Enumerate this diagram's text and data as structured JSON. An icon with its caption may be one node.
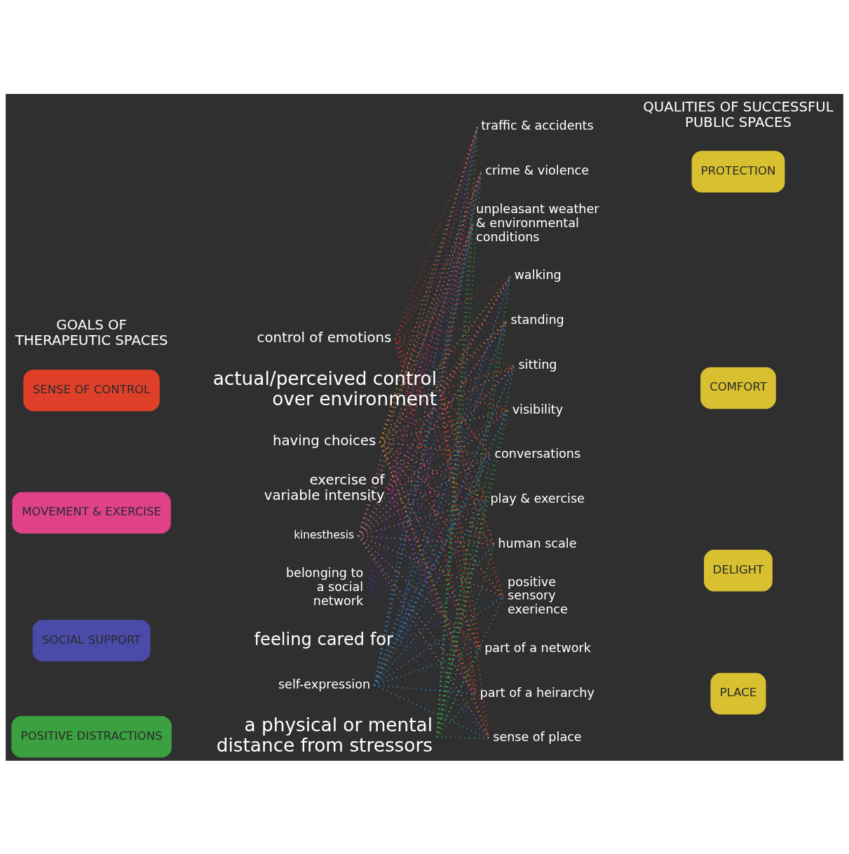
{
  "diagram": {
    "nodes": [
      {
        "text": [
          "SENSE OF CONTROL"
        ]
      },
      {
        "text": [
          "control of emotions"
        ]
      },
      {
        "text": [
          "actual/perceived control over environment"
        ]
      },
      {
        "text": [
          "having choices"
        ]
      },
      {
        "text": [
          "MOVEMENT & EXERCISE"
        ]
      },
      {
        "text": [
          "exercise of variable intensity"
        ]
      },
      {
        "text": [
          "kinesthesis"
        ]
      },
      {
        "text": [
          "SOCIAL SUPPORT"
        ]
      },
      {
        "text": [
          "belonging to a social network"
        ]
      },
      {
        "text": [
          "feeling cared for"
        ]
      },
      {
        "text": [
          "self-expression"
        ]
      },
      {
        "text": [
          "POSITIVE DISTRACTIONS"
        ]
      },
      {
        "text": [
          "a physical or mental distance from stressors"
        ]
      },
      {
        "text": [
          "traffic & accidents"
        ]
      },
      {
        "text": [
          "crime & violence"
        ]
      },
      {
        "text": [
          "unpleasant weather & environmental conditions"
        ]
      },
      {
        "text": [
          "PROTECTION"
        ]
      },
      {
        "text": [
          "walking"
        ]
      },
      {
        "text": [
          "standing"
        ]
      },
      {
        "text": [
          "sitting"
        ]
      },
      {
        "text": [
          "visibility"
        ]
      },
      {
        "text": [
          "conversations"
        ]
      },
      {
        "text": [
          "play & exercise"
        ]
      },
      {
        "text": [
          "COMFORT"
        ]
      },
      {
        "text": [
          "human scale"
        ]
      },
      {
        "text": [
          "positive sensory exerience"
        ]
      },
      {
        "text": [
          "DELIGHT"
        ]
      },
      {
        "text": [
          "part of a network"
        ]
      },
      {
        "text": [
          "part of a heirarchy"
        ]
      },
      {
        "text": [
          "sense of place"
        ]
      },
      {
        "text": [
          "PLACE"
        ]
      }
    ],
    "edges": [
      {
        "from": 1,
        "to": 13,
        "arrow": "none",
        "color": "#e8262a"
      },
      {
        "from": 1,
        "to": 14,
        "arrow": "none",
        "color": "#e8262a"
      },
      {
        "from": 1,
        "to": 15,
        "arrow": "none",
        "color": "#e8262a"
      },
      {
        "from": 1,
        "to": 17,
        "arrow": "none",
        "color": "#e8262a"
      },
      {
        "from": 1,
        "to": 18,
        "arrow": "none",
        "color": "#e8262a"
      },
      {
        "from": 1,
        "to": 19,
        "arrow": "none",
        "color": "#e8262a"
      },
      {
        "from": 1,
        "to": 20,
        "arrow": "none",
        "color": "#e8262a"
      },
      {
        "from": 1,
        "to": 21,
        "arrow": "none",
        "color": "#e8262a"
      },
      {
        "from": 1,
        "to": 22,
        "arrow": "none",
        "color": "#e8262a"
      },
      {
        "from": 1,
        "to": 24,
        "arrow": "none",
        "color": "#e8262a"
      },
      {
        "from": 1,
        "to": 25,
        "arrow": "none",
        "color": "#e8262a"
      },
      {
        "from": 1,
        "to": 27,
        "arrow": "none",
        "color": "#e8262a"
      },
      {
        "from": 1,
        "to": 28,
        "arrow": "none",
        "color": "#e8262a"
      },
      {
        "from": 1,
        "to": 29,
        "arrow": "none",
        "color": "#e8262a"
      },
      {
        "from": 2,
        "to": 13,
        "arrow": "none",
        "color": "#f05a22"
      },
      {
        "from": 2,
        "to": 14,
        "arrow": "none",
        "color": "#f05a22"
      },
      {
        "from": 2,
        "to": 15,
        "arrow": "none",
        "color": "#f05a22"
      },
      {
        "from": 2,
        "to": 17,
        "arrow": "none",
        "color": "#f05a22"
      },
      {
        "from": 2,
        "to": 18,
        "arrow": "none",
        "color": "#f05a22"
      },
      {
        "from": 2,
        "to": 19,
        "arrow": "none",
        "color": "#f05a22"
      },
      {
        "from": 2,
        "to": 20,
        "arrow": "none",
        "color": "#f05a22"
      },
      {
        "from": 2,
        "to": 21,
        "arrow": "none",
        "color": "#f05a22"
      },
      {
        "from": 2,
        "to": 22,
        "arrow": "none",
        "color": "#f05a22"
      },
      {
        "from": 2,
        "to": 24,
        "arrow": "none",
        "color": "#f05a22"
      },
      {
        "from": 2,
        "to": 25,
        "arrow": "none",
        "color": "#f05a22"
      },
      {
        "from": 2,
        "to": 27,
        "arrow": "none",
        "color": "#f05a22"
      },
      {
        "from": 2,
        "to": 28,
        "arrow": "none",
        "color": "#f05a22"
      },
      {
        "from": 2,
        "to": 29,
        "arrow": "none",
        "color": "#f05a22"
      },
      {
        "from": 3,
        "to": 13,
        "arrow": "none",
        "color": "#f39a1f"
      },
      {
        "from": 3,
        "to": 14,
        "arrow": "none",
        "color": "#f39a1f"
      },
      {
        "from": 3,
        "to": 15,
        "arrow": "none",
        "color": "#f39a1f"
      },
      {
        "from": 3,
        "to": 17,
        "arrow": "none",
        "color": "#f39a1f"
      },
      {
        "from": 3,
        "to": 18,
        "arrow": "none",
        "color": "#f39a1f"
      },
      {
        "from": 3,
        "to": 19,
        "arrow": "none",
        "color": "#f39a1f"
      },
      {
        "from": 3,
        "to": 20,
        "arrow": "none",
        "color": "#f39a1f"
      },
      {
        "from": 3,
        "to": 21,
        "arrow": "none",
        "color": "#f39a1f"
      },
      {
        "from": 3,
        "to": 22,
        "arrow": "none",
        "color": "#f39a1f"
      },
      {
        "from": 3,
        "to": 24,
        "arrow": "none",
        "color": "#f39a1f"
      },
      {
        "from": 3,
        "to": 25,
        "arrow": "none",
        "color": "#f39a1f"
      },
      {
        "from": 3,
        "to": 27,
        "arrow": "none",
        "color": "#f39a1f"
      },
      {
        "from": 3,
        "to": 28,
        "arrow": "none",
        "color": "#f39a1f"
      },
      {
        "from": 3,
        "to": 29,
        "arrow": "none",
        "color": "#f39a1f"
      },
      {
        "from": 5,
        "to": 13,
        "arrow": "none",
        "color": "#e0287a"
      },
      {
        "from": 5,
        "to": 14,
        "arrow": "none",
        "color": "#e0287a"
      },
      {
        "from": 5,
        "to": 15,
        "arrow": "none",
        "color": "#e0287a"
      },
      {
        "from": 5,
        "to": 17,
        "arrow": "none",
        "color": "#e0287a"
      },
      {
        "from": 5,
        "to": 18,
        "arrow": "none",
        "color": "#e0287a"
      },
      {
        "from": 5,
        "to": 19,
        "arrow": "none",
        "color": "#e0287a"
      },
      {
        "from": 5,
        "to": 20,
        "arrow": "none",
        "color": "#e0287a"
      },
      {
        "from": 5,
        "to": 21,
        "arrow": "none",
        "color": "#e0287a"
      },
      {
        "from": 5,
        "to": 22,
        "arrow": "none",
        "color": "#e0287a"
      },
      {
        "from": 5,
        "to": 24,
        "arrow": "none",
        "color": "#e0287a"
      },
      {
        "from": 5,
        "to": 25,
        "arrow": "none",
        "color": "#e0287a"
      },
      {
        "from": 5,
        "to": 27,
        "arrow": "none",
        "color": "#e0287a"
      },
      {
        "from": 5,
        "to": 28,
        "arrow": "none",
        "color": "#e0287a"
      },
      {
        "from": 5,
        "to": 29,
        "arrow": "none",
        "color": "#e0287a"
      },
      {
        "from": 6,
        "to": 13,
        "arrow": "none",
        "color": "#e07aa0"
      },
      {
        "from": 6,
        "to": 14,
        "arrow": "none",
        "color": "#e07aa0"
      },
      {
        "from": 6,
        "to": 15,
        "arrow": "none",
        "color": "#e07aa0"
      },
      {
        "from": 6,
        "to": 17,
        "arrow": "none",
        "color": "#e07aa0"
      },
      {
        "from": 6,
        "to": 18,
        "arrow": "none",
        "color": "#e07aa0"
      },
      {
        "from": 6,
        "to": 19,
        "arrow": "none",
        "color": "#e07aa0"
      },
      {
        "from": 6,
        "to": 20,
        "arrow": "none",
        "color": "#e07aa0"
      },
      {
        "from": 6,
        "to": 21,
        "arrow": "none",
        "color": "#e07aa0"
      },
      {
        "from": 6,
        "to": 22,
        "arrow": "none",
        "color": "#e07aa0"
      },
      {
        "from": 6,
        "to": 24,
        "arrow": "none",
        "color": "#e07aa0"
      },
      {
        "from": 6,
        "to": 25,
        "arrow": "none",
        "color": "#e07aa0"
      },
      {
        "from": 6,
        "to": 27,
        "arrow": "none",
        "color": "#e07aa0"
      },
      {
        "from": 6,
        "to": 28,
        "arrow": "none",
        "color": "#e07aa0"
      },
      {
        "from": 6,
        "to": 29,
        "arrow": "none",
        "color": "#e07aa0"
      },
      {
        "from": 8,
        "to": 13,
        "arrow": "none",
        "color": "#4b2e9a"
      },
      {
        "from": 8,
        "to": 14,
        "arrow": "none",
        "color": "#4b2e9a"
      },
      {
        "from": 8,
        "to": 15,
        "arrow": "none",
        "color": "#4b2e9a"
      },
      {
        "from": 8,
        "to": 17,
        "arrow": "none",
        "color": "#4b2e9a"
      },
      {
        "from": 8,
        "to": 18,
        "arrow": "none",
        "color": "#4b2e9a"
      },
      {
        "from": 8,
        "to": 19,
        "arrow": "none",
        "color": "#4b2e9a"
      },
      {
        "from": 8,
        "to": 20,
        "arrow": "none",
        "color": "#4b2e9a"
      },
      {
        "from": 8,
        "to": 21,
        "arrow": "none",
        "color": "#4b2e9a"
      },
      {
        "from": 8,
        "to": 22,
        "arrow": "none",
        "color": "#4b2e9a"
      },
      {
        "from": 8,
        "to": 24,
        "arrow": "none",
        "color": "#4b2e9a"
      },
      {
        "from": 8,
        "to": 25,
        "arrow": "none",
        "color": "#4b2e9a"
      },
      {
        "from": 8,
        "to": 27,
        "arrow": "none",
        "color": "#4b2e9a"
      },
      {
        "from": 8,
        "to": 28,
        "arrow": "none",
        "color": "#4b2e9a"
      },
      {
        "from": 8,
        "to": 29,
        "arrow": "none",
        "color": "#4b2e9a"
      },
      {
        "from": 9,
        "to": 13,
        "arrow": "none",
        "color": "#2456b0"
      },
      {
        "from": 9,
        "to": 14,
        "arrow": "none",
        "color": "#2456b0"
      },
      {
        "from": 9,
        "to": 15,
        "arrow": "none",
        "color": "#2456b0"
      },
      {
        "from": 9,
        "to": 17,
        "arrow": "none",
        "color": "#2456b0"
      },
      {
        "from": 9,
        "to": 18,
        "arrow": "none",
        "color": "#2456b0"
      },
      {
        "from": 9,
        "to": 19,
        "arrow": "none",
        "color": "#2456b0"
      },
      {
        "from": 9,
        "to": 20,
        "arrow": "none",
        "color": "#2456b0"
      },
      {
        "from": 9,
        "to": 21,
        "arrow": "none",
        "color": "#2456b0"
      },
      {
        "from": 9,
        "to": 22,
        "arrow": "none",
        "color": "#2456b0"
      },
      {
        "from": 9,
        "to": 24,
        "arrow": "none",
        "color": "#2456b0"
      },
      {
        "from": 9,
        "to": 25,
        "arrow": "none",
        "color": "#2456b0"
      },
      {
        "from": 9,
        "to": 27,
        "arrow": "none",
        "color": "#2456b0"
      },
      {
        "from": 9,
        "to": 28,
        "arrow": "none",
        "color": "#2456b0"
      },
      {
        "from": 9,
        "to": 29,
        "arrow": "none",
        "color": "#2456b0"
      },
      {
        "from": 10,
        "to": 13,
        "arrow": "none",
        "color": "#3a94d8"
      },
      {
        "from": 10,
        "to": 14,
        "arrow": "none",
        "color": "#3a94d8"
      },
      {
        "from": 10,
        "to": 15,
        "arrow": "none",
        "color": "#3a94d8"
      },
      {
        "from": 10,
        "to": 17,
        "arrow": "none",
        "color": "#3a94d8"
      },
      {
        "from": 10,
        "to": 18,
        "arrow": "none",
        "color": "#3a94d8"
      },
      {
        "from": 10,
        "to": 19,
        "arrow": "none",
        "color": "#3a94d8"
      },
      {
        "from": 10,
        "to": 20,
        "arrow": "none",
        "color": "#3a94d8"
      },
      {
        "from": 10,
        "to": 21,
        "arrow": "none",
        "color": "#3a94d8"
      },
      {
        "from": 10,
        "to": 22,
        "arrow": "none",
        "color": "#3a94d8"
      },
      {
        "from": 10,
        "to": 24,
        "arrow": "none",
        "color": "#3a94d8"
      },
      {
        "from": 10,
        "to": 25,
        "arrow": "none",
        "color": "#3a94d8"
      },
      {
        "from": 10,
        "to": 27,
        "arrow": "none",
        "color": "#3a94d8"
      },
      {
        "from": 10,
        "to": 28,
        "arrow": "none",
        "color": "#3a94d8"
      },
      {
        "from": 10,
        "to": 29,
        "arrow": "none",
        "color": "#3a94d8"
      },
      {
        "from": 12,
        "to": 13,
        "arrow": "none",
        "color": "#3bb34a"
      },
      {
        "from": 12,
        "to": 14,
        "arrow": "none",
        "color": "#3bb34a"
      },
      {
        "from": 12,
        "to": 15,
        "arrow": "none",
        "color": "#3bb34a"
      },
      {
        "from": 12,
        "to": 17,
        "arrow": "none",
        "color": "#3bb34a"
      },
      {
        "from": 12,
        "to": 18,
        "arrow": "none",
        "color": "#3bb34a"
      },
      {
        "from": 12,
        "to": 19,
        "arrow": "none",
        "color": "#3bb34a"
      },
      {
        "from": 12,
        "to": 20,
        "arrow": "none",
        "color": "#3bb34a"
      },
      {
        "from": 12,
        "to": 21,
        "arrow": "none",
        "color": "#3bb34a"
      },
      {
        "from": 12,
        "to": 22,
        "arrow": "none",
        "color": "#3bb34a"
      },
      {
        "from": 12,
        "to": 24,
        "arrow": "none",
        "color": "#3bb34a"
      },
      {
        "from": 12,
        "to": 25,
        "arrow": "none",
        "color": "#3bb34a"
      },
      {
        "from": 12,
        "to": 27,
        "arrow": "none",
        "color": "#3bb34a"
      },
      {
        "from": 12,
        "to": 28,
        "arrow": "none",
        "color": "#3bb34a"
      },
      {
        "from": 12,
        "to": 29,
        "arrow": "none",
        "color": "#3bb34a"
      }
    ],
    "labels": [
      "GOALS OF THERAPEUTIC SPACES",
      "QUALITIES OF SUCCESSFUL PUBLIC SPACES"
    ]
  }
}
